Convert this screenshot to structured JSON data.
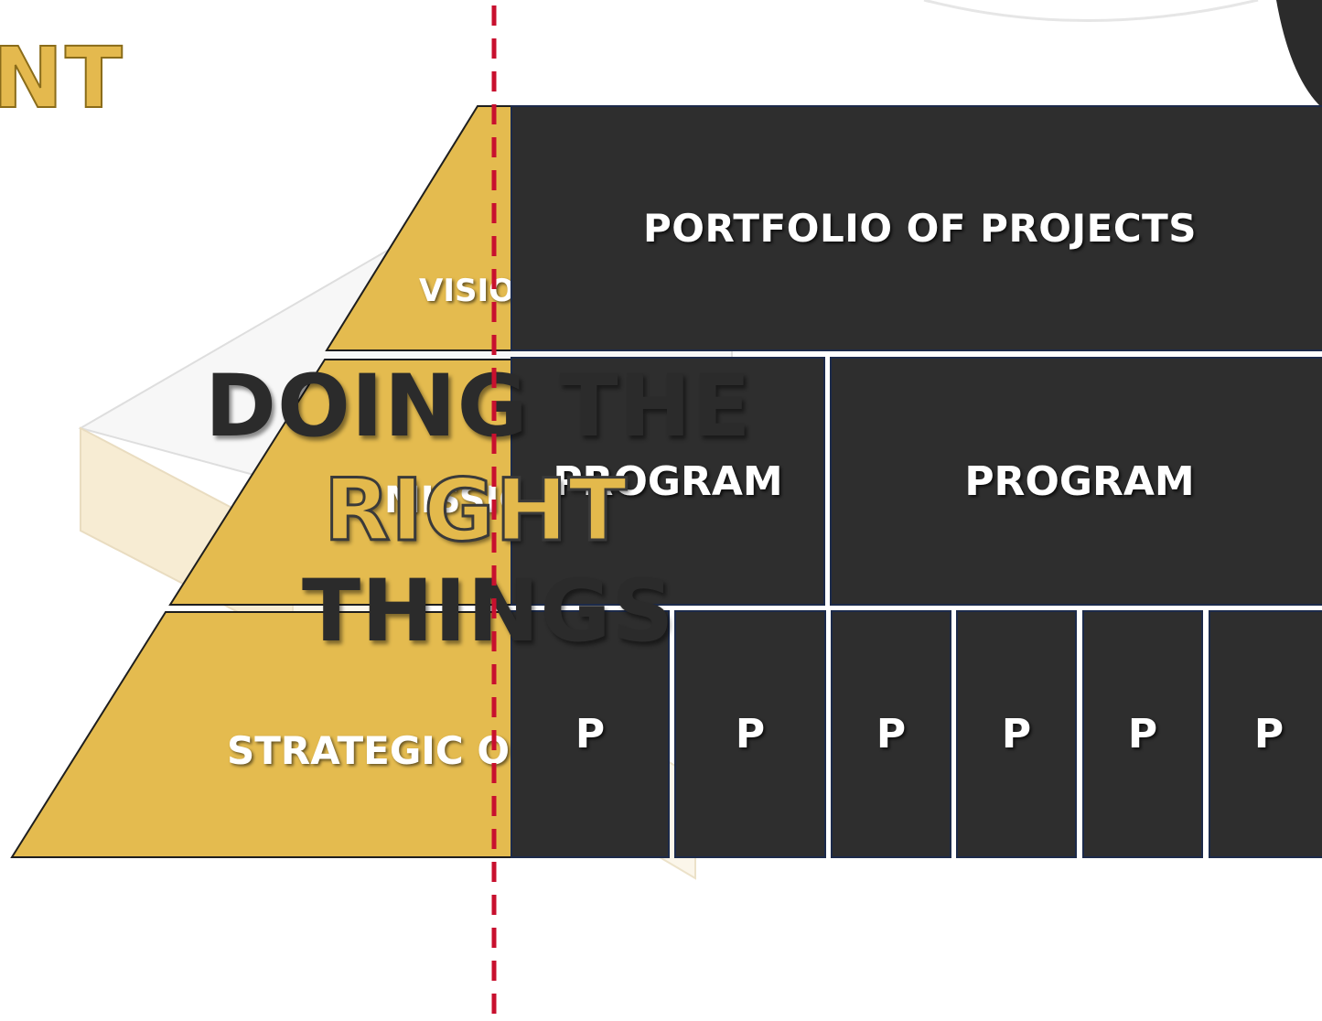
{
  "colors": {
    "gold": "#e4bb4f",
    "dark_panel": "#2e2e2e",
    "divider": "#c8102e",
    "panel_border": "#1c2a4a"
  },
  "heading_fragment": "NT",
  "pyramid": {
    "tiers": [
      {
        "label": "VISIO"
      },
      {
        "label": "MISSION"
      },
      {
        "label": "STRATEGIC O"
      }
    ]
  },
  "portfolio": {
    "title": "PORTFOLIO OF PROJECTS",
    "programs": [
      "PROGRAM",
      "PROGRAM"
    ],
    "projects": [
      "P",
      "P",
      "P",
      "P",
      "P",
      "P"
    ]
  },
  "overlay": {
    "line1": "DOING THE",
    "line2": "RIGHT",
    "line3": "THINGS"
  }
}
